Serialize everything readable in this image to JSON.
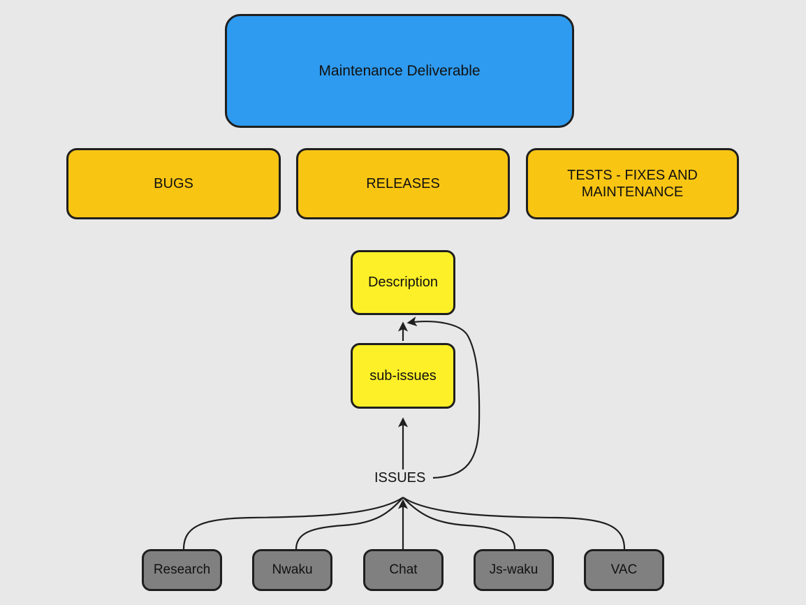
{
  "diagram": {
    "title_node": {
      "label": "Maintenance Deliverable",
      "color": "#2e9bf0"
    },
    "background_color": "#e8e8e8",
    "phases": [
      {
        "label": "BUGS",
        "color": "#f9c513"
      },
      {
        "label": "RELEASES",
        "color": "#f9c513"
      },
      {
        "label": "TESTS - FIXES AND\nMAINTENANCE",
        "color": "#f9c513"
      }
    ],
    "documents": [
      {
        "label": "Description",
        "color": "#fdf028"
      },
      {
        "label": "sub-issues",
        "color": "#fdf028"
      }
    ],
    "edge_labels": [
      {
        "label": "ISSUES"
      }
    ],
    "repositories": [
      {
        "label": "Research",
        "color": "#808080"
      },
      {
        "label": "Nwaku",
        "color": "#808080"
      },
      {
        "label": "Chat",
        "color": "#808080"
      },
      {
        "label": "Js-waku",
        "color": "#808080"
      },
      {
        "label": "VAC",
        "color": "#808080"
      }
    ]
  }
}
